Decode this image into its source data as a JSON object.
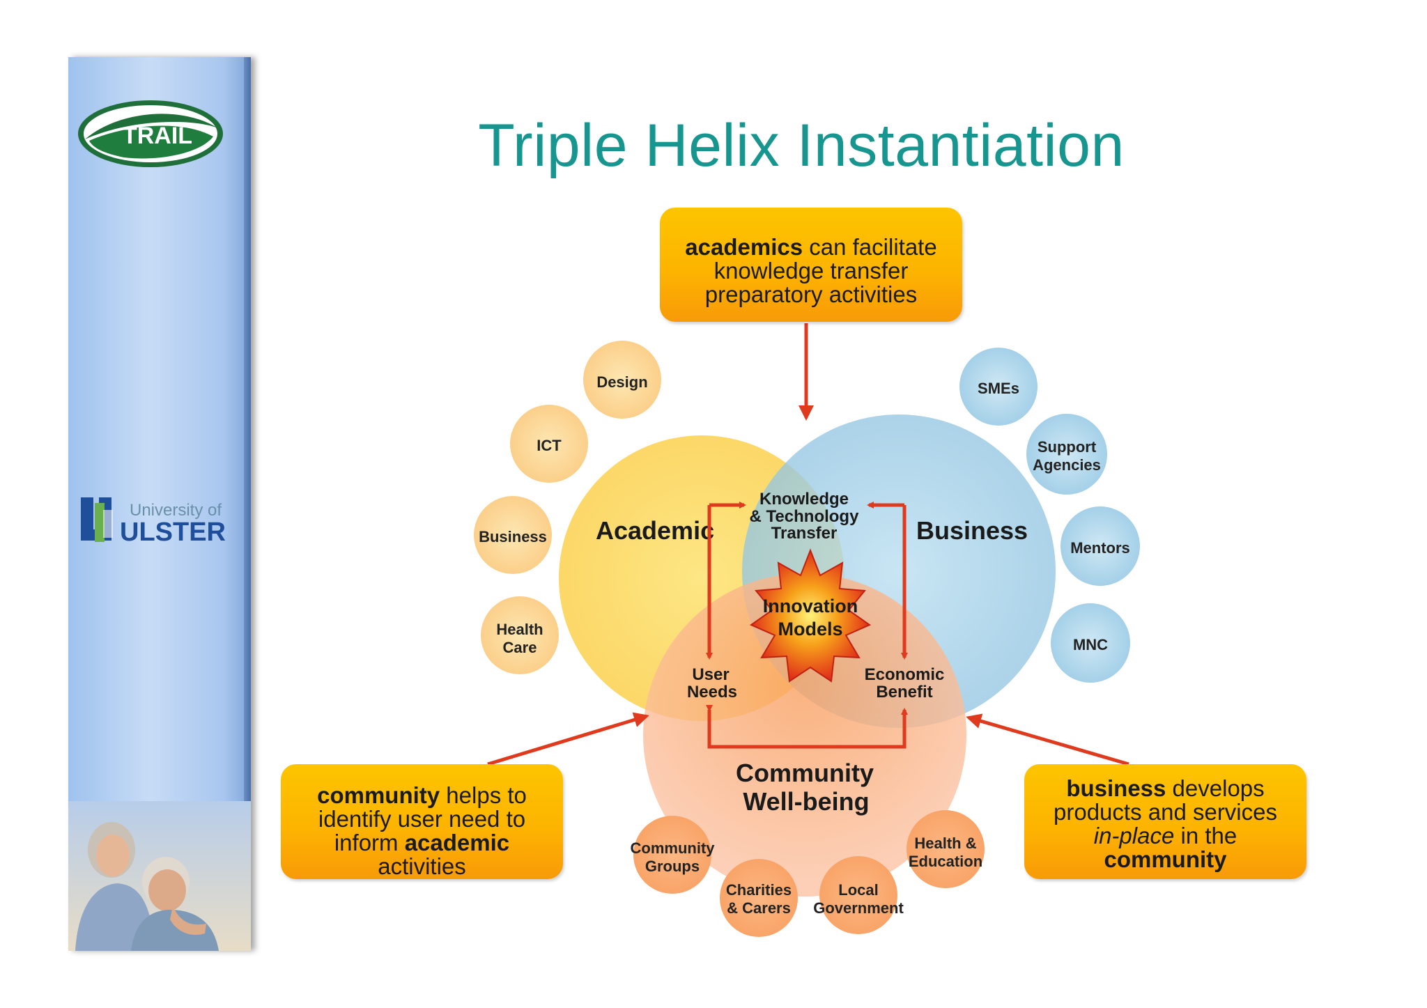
{
  "title": "Triple Helix Instantiation",
  "logos": {
    "trail": "TRAIL",
    "ulster_small": "University of",
    "ulster_big": "ULSTER"
  },
  "callouts": {
    "top": {
      "bold": "academics",
      "text1": " can facilitate",
      "text2": "knowledge transfer",
      "text3": "preparatory activities"
    },
    "left": {
      "bold1": "community",
      "text1": " helps to",
      "text2": "identify user need to",
      "text3a": "inform ",
      "bold2": "academic",
      "text4": "activities"
    },
    "right": {
      "bold1": "business",
      "text1": " develops",
      "text2": "products and services",
      "ital": "in-place",
      "text3": " in the",
      "bold2": "community"
    }
  },
  "venn": {
    "academic": "Academic",
    "business": "Business",
    "community_1": "Community",
    "community_2": "Well-being",
    "kt_1": "Knowledge",
    "kt_2": "& Technology",
    "kt_3": "Transfer",
    "user_1": "User",
    "user_2": "Needs",
    "econ_1": "Economic",
    "econ_2": "Benefit",
    "innov_1": "Innovation",
    "innov_2": "Models"
  },
  "bubbles": {
    "left": [
      {
        "l1": "Design"
      },
      {
        "l1": "ICT"
      },
      {
        "l1": "Business"
      },
      {
        "l1": "Health",
        "l2": "Care"
      }
    ],
    "right": [
      {
        "l1": "SMEs"
      },
      {
        "l1": "Support",
        "l2": "Agencies"
      },
      {
        "l1": "Mentors"
      },
      {
        "l1": "MNC"
      }
    ],
    "bottom": [
      {
        "l1": "Community",
        "l2": "Groups"
      },
      {
        "l1": "Charities",
        "l2": "& Carers"
      },
      {
        "l1": "Local",
        "l2": "Government"
      },
      {
        "l1": "Health &",
        "l2": "Education"
      }
    ]
  }
}
